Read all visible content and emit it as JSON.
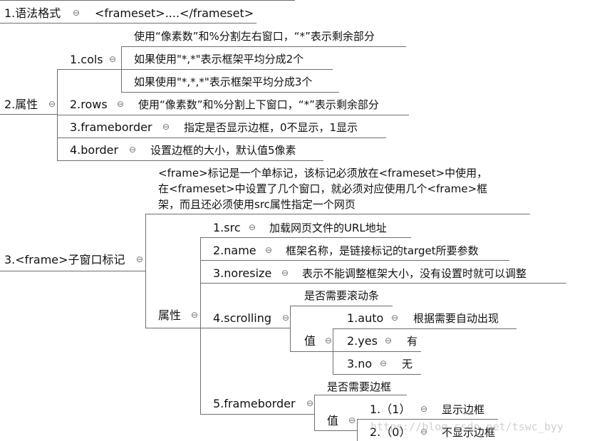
{
  "mindmap": {
    "n1": {
      "label": "1.语法格式",
      "child": "<frameset>....</frameset>"
    },
    "n2": {
      "label": "2.属性",
      "cols": {
        "label": "1.cols",
        "items": [
          "使用“像素数”和%分割左右窗口，“*”表示剩余部分",
          "如果使用\"*,*\"表示框架平均分成2个",
          "如果使用\"*,*,*\"表示框架平均分成3个"
        ]
      },
      "rows": {
        "label": "2.rows",
        "desc": "使用“像素数”和%分割上下窗口，“*”表示剩余部分"
      },
      "frameborder": {
        "label": "3.frameborder",
        "desc": "指定是否显示边框，0不显示，1显示"
      },
      "border": {
        "label": "4.border",
        "desc": "设置边框的大小，默认值5像素"
      }
    },
    "n3": {
      "label": "3.<frame>子窗口标记",
      "desc_lines": [
        "<frame>标记是一个单标记，该标记必须放在<frameset>中使用，",
        "在<frameset>中设置了几个窗口，就必须对应使用几个<frame>框",
        "架，而且还必须使用src属性指定一个网页"
      ],
      "attr": {
        "label": "属性",
        "src": {
          "label": "1.src",
          "desc": "加载网页文件的URL地址"
        },
        "name": {
          "label": "2.name",
          "desc": "框架名称，是链接标记的target所要参数"
        },
        "noresize": {
          "label": "3.noresize",
          "desc": "表示不能调整框架大小，没有设置时就可以调整"
        },
        "scrolling": {
          "label": "4.scrolling",
          "desc": "是否需要滚动条",
          "value_label": "值",
          "values": [
            {
              "label": "1.auto",
              "desc": "根据需要自动出现"
            },
            {
              "label": "2.yes",
              "desc": "有"
            },
            {
              "label": "3.no",
              "desc": "无"
            }
          ]
        },
        "frameborder": {
          "label": "5.frameborder",
          "desc": "是否需要边框",
          "value_label": "值",
          "values": [
            {
              "label": "1.（1）",
              "desc": "显示边框"
            },
            {
              "label": "2.（0）",
              "desc": "不显示边框"
            }
          ]
        }
      }
    }
  },
  "collapse_glyph": "⊖",
  "watermark": "https://blog.csdn.net/tswc_byy"
}
